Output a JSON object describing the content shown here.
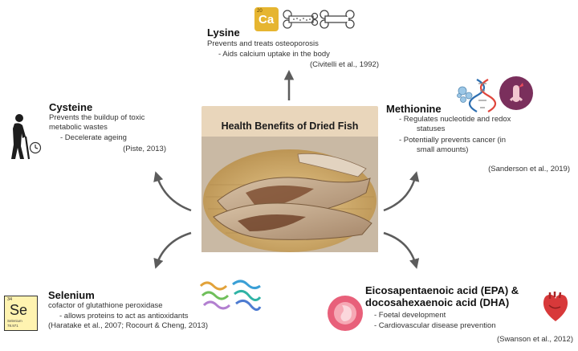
{
  "center": {
    "title": "Health Benefits of Dried Fish"
  },
  "lysine": {
    "title": "Lysine",
    "line1": "Prevents and treats osteoporosis",
    "line2": "-    Aids calcium uptake in the body",
    "cite": "(Civitelli et al., 1992)",
    "icon_text": "Ca",
    "icon_superscript": "20"
  },
  "cysteine": {
    "title": "Cysteine",
    "line1": "Prevents the buildup of toxic",
    "line2": "metabolic wastes",
    "line3": "-    Decelerate ageing",
    "cite": "(Piste, 2013)"
  },
  "methionine": {
    "title": "Methionine",
    "line1": "-    Regulates nucleotide and redox",
    "line2": "statuses",
    "line3": "-    Potentially prevents cancer (in",
    "line4": "small amounts)",
    "cite": "(Sanderson et al., 2019)"
  },
  "selenium": {
    "title": "Selenium",
    "line1": "cofactor of glutathione peroxidase",
    "line2": "-    allows proteins to act as antioxidants",
    "cite": "(Haratake et al., 2007; Rocourt & Cheng, 2013)",
    "icon_symbol": "Se",
    "icon_number": "34",
    "icon_name": "Selenium",
    "icon_mass": "78.971"
  },
  "omega": {
    "title_line1": "Eicosapentaenoic acid (EPA) &",
    "title_line2": "docosahexaenoic acid (DHA)",
    "line1": "-    Foetal development",
    "line2": "-    Cardiovascular disease prevention",
    "cite": "(Swanson et al., 2012)"
  },
  "colors": {
    "arrow": "#5c5c5c",
    "panel": "#e9d6bb",
    "ca_badge": "#e6b530",
    "se_box": "#fff3b0",
    "cancer_circle": "#7a2f5c",
    "fetus_circle": "#e8607a",
    "heart": "#d8393a"
  }
}
